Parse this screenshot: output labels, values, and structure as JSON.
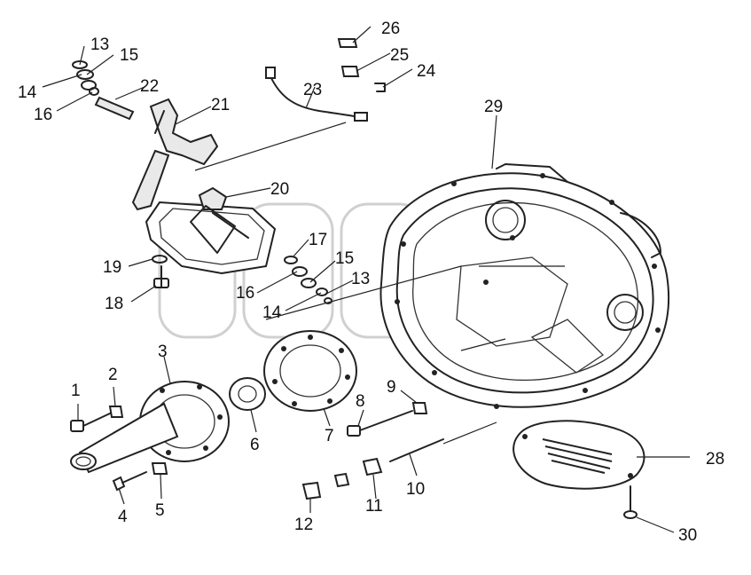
{
  "labels": {
    "p1": "1",
    "p2": "2",
    "p3": "3",
    "p4": "4",
    "p5": "5",
    "p6": "6",
    "p7": "7",
    "p8": "8",
    "p9": "9",
    "p10": "10",
    "p11": "11",
    "p12": "12",
    "p13a": "13",
    "p14a": "14",
    "p15a": "15",
    "p16a": "16",
    "p13b": "13",
    "p14b": "14",
    "p15b": "15",
    "p16b": "16",
    "p17": "17",
    "p18": "18",
    "p19": "19",
    "p20": "20",
    "p21": "21",
    "p22": "22",
    "p23": "23",
    "p24": "24",
    "p25": "25",
    "p26": "26",
    "p28": "28",
    "p29": "29",
    "p30": "30"
  },
  "watermark_icon": "watermark-logo"
}
